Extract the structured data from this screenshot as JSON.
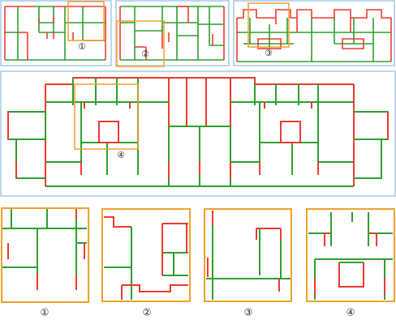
{
  "colors": {
    "wall_red": "#ee3a2f",
    "wall_green": "#2f9e2f",
    "panel_border": "#a8c8e8",
    "highlight_orange": "#f2a12e"
  },
  "overview_labels": [
    "①",
    "②",
    "③"
  ],
  "main_label": "④",
  "crop_labels": [
    "①",
    "②",
    "③",
    "④"
  ]
}
